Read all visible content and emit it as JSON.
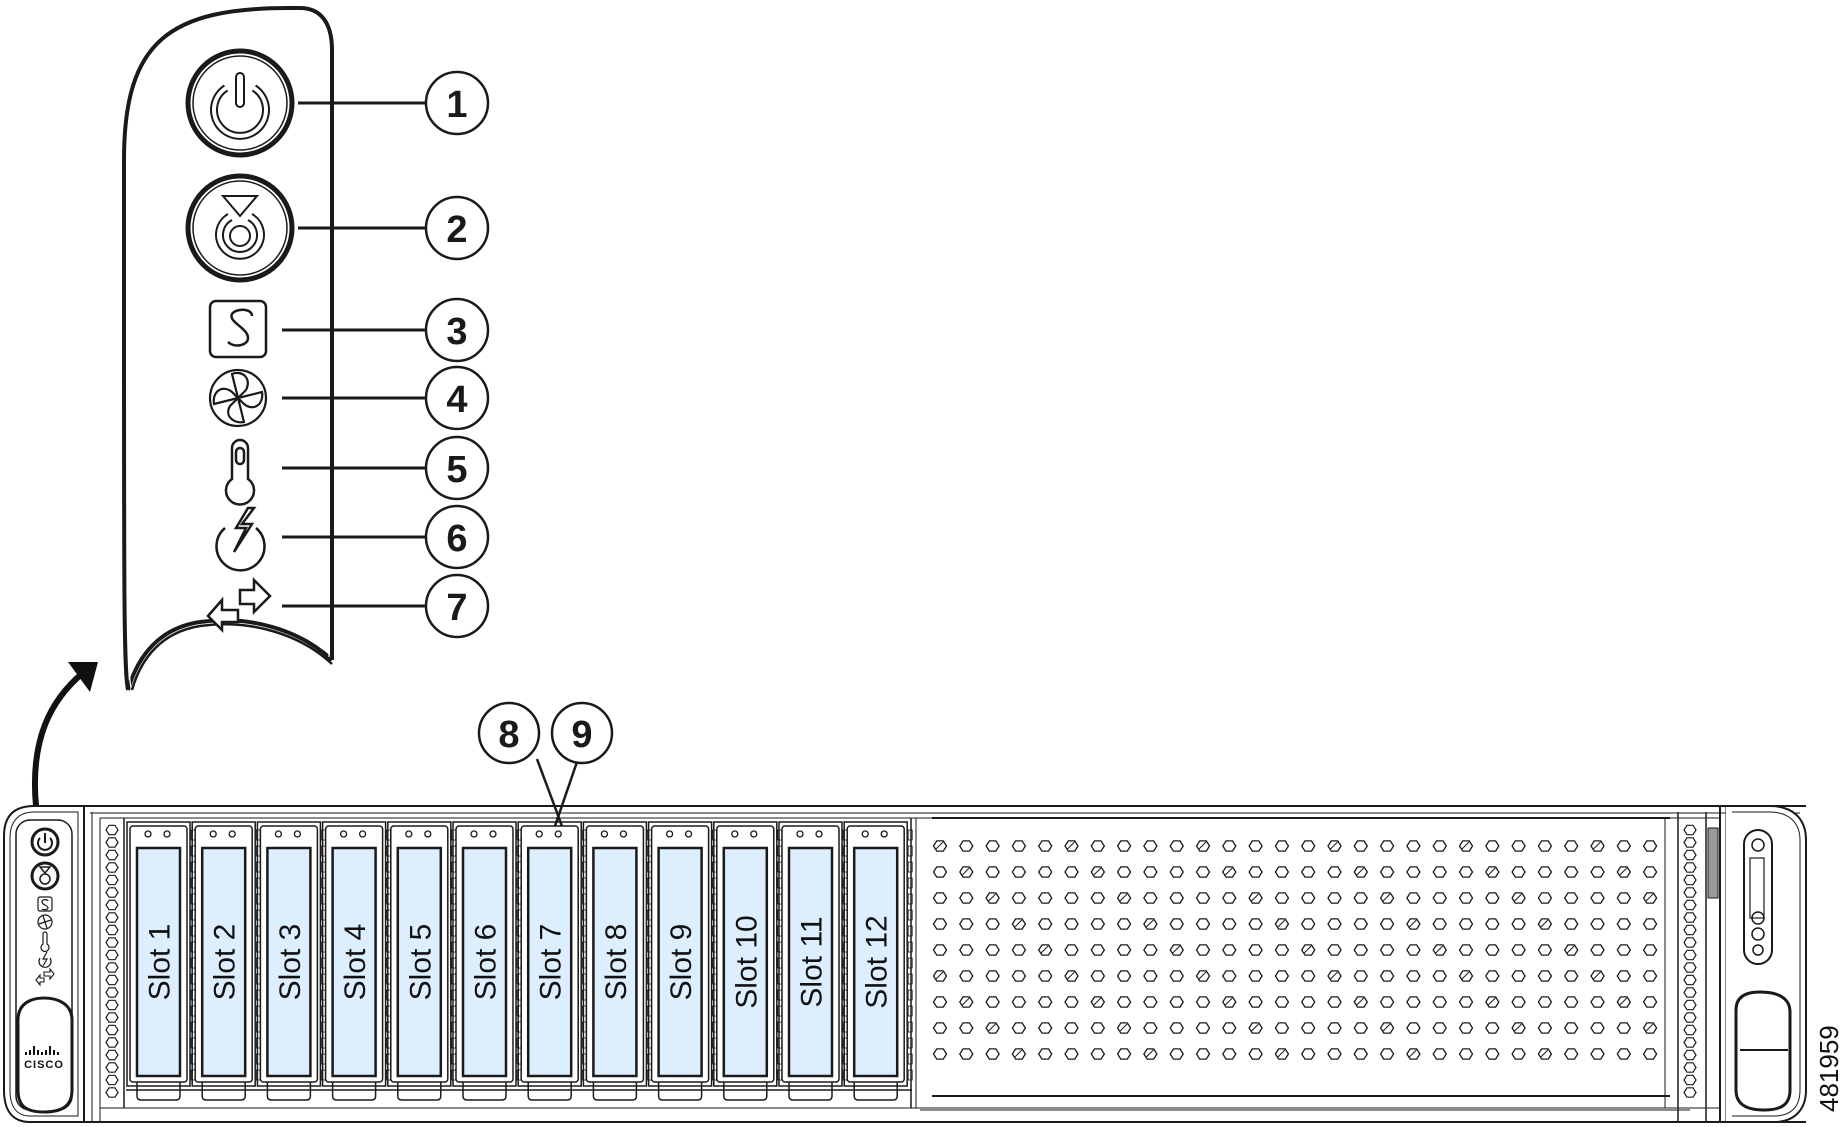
{
  "figure": {
    "title": "Cisco server front panel with 12 drive slots and front-panel LED/button callouts",
    "figure_id": "481959",
    "colors": {
      "line": "#1a1a1a",
      "drive_window": "#ddeeff",
      "background": "#ffffff"
    }
  },
  "front_panel_zoom": {
    "items": [
      {
        "callout": "1",
        "icon": "power-button-icon"
      },
      {
        "callout": "2",
        "icon": "unit-identification-button-icon"
      },
      {
        "callout": "3",
        "icon": "system-status-icon"
      },
      {
        "callout": "4",
        "icon": "fan-status-icon"
      },
      {
        "callout": "5",
        "icon": "temperature-status-icon"
      },
      {
        "callout": "6",
        "icon": "power-supply-status-icon"
      },
      {
        "callout": "7",
        "icon": "network-link-activity-icon"
      }
    ]
  },
  "drive_led_callouts": [
    {
      "callout": "8",
      "target": "drive-fault-led"
    },
    {
      "callout": "9",
      "target": "drive-activity-led"
    }
  ],
  "chassis": {
    "logo_text": "CISCO",
    "drive_slots": [
      {
        "label": "Slot 1"
      },
      {
        "label": "Slot 2"
      },
      {
        "label": "Slot 3"
      },
      {
        "label": "Slot 4"
      },
      {
        "label": "Slot 5"
      },
      {
        "label": "Slot 6"
      },
      {
        "label": "Slot 7"
      },
      {
        "label": "Slot 8"
      },
      {
        "label": "Slot 9"
      },
      {
        "label": "Slot 10"
      },
      {
        "label": "Slot 11"
      },
      {
        "label": "Slot 12"
      }
    ]
  }
}
